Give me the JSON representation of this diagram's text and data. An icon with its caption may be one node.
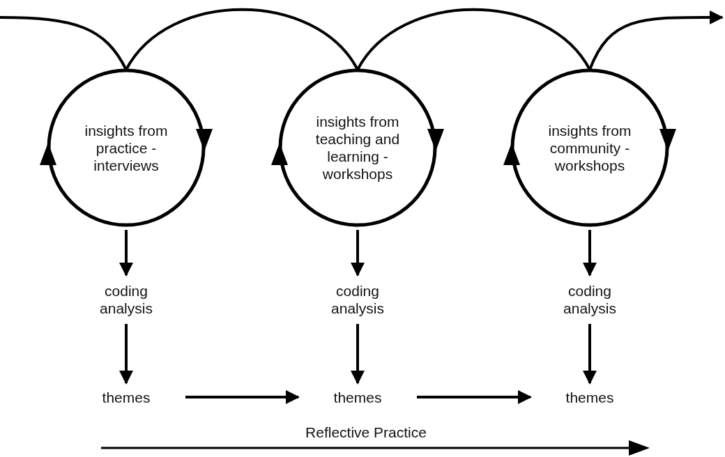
{
  "diagram": {
    "nodes": [
      {
        "text": [
          "insights from practice - interviews"
        ]
      },
      {
        "text": [
          "insights from teaching and learning - workshops"
        ]
      },
      {
        "text": [
          "insights from community - workshops"
        ]
      },
      {
        "text": [
          "coding analysis"
        ]
      },
      {
        "text": [
          "coding analysis"
        ]
      },
      {
        "text": [
          "coding analysis"
        ]
      },
      {
        "text": [
          "themes"
        ]
      },
      {
        "text": [
          "themes"
        ]
      },
      {
        "text": [
          "themes"
        ]
      }
    ],
    "edges": [
      {
        "from": null,
        "to": 0,
        "arrow": "none"
      },
      {
        "from": 0,
        "to": 1,
        "arrow": "none"
      },
      {
        "from": 1,
        "to": 2,
        "arrow": "none"
      },
      {
        "from": 2,
        "to": null,
        "arrow": "to"
      },
      {
        "from": 0,
        "to": 3,
        "arrow": "to"
      },
      {
        "from": 3,
        "to": 6,
        "arrow": "to"
      },
      {
        "from": 1,
        "to": 4,
        "arrow": "to"
      },
      {
        "from": 4,
        "to": 7,
        "arrow": "to"
      },
      {
        "from": 2,
        "to": 5,
        "arrow": "to"
      },
      {
        "from": 5,
        "to": 8,
        "arrow": "to"
      },
      {
        "from": 6,
        "to": 7,
        "arrow": "to"
      },
      {
        "from": 7,
        "to": 8,
        "arrow": "to"
      }
    ],
    "labels": [
      "Reflective Practice"
    ]
  }
}
